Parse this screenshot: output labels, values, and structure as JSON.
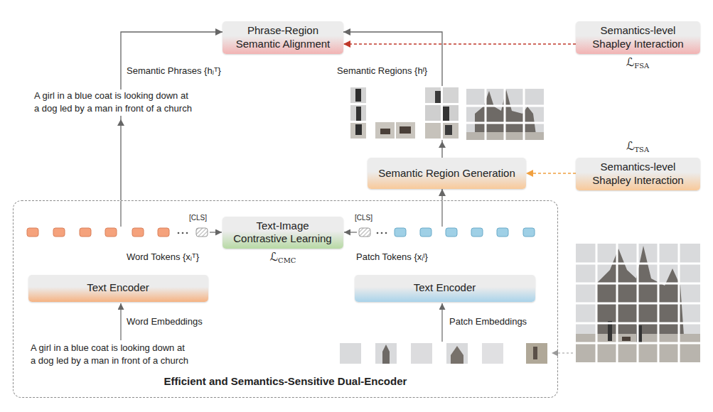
{
  "diagram": {
    "nodes": [
      {
        "text": [
          "Phrase-Region Semantic Alignment"
        ]
      },
      {
        "text": [
          "Semantics-level Shapley Interaction"
        ]
      },
      {
        "text": [
          "Semantic Region Generation"
        ]
      },
      {
        "text": [
          "Semantics-level Shapley Interaction"
        ]
      },
      {
        "text": [
          "Efficient and Semantics-Sensitive Dual-Encoder"
        ]
      },
      {
        "text": [
          "Text-Image Contrastive Learning"
        ],
        "in": 4
      },
      {
        "text": [
          "Text Encoder"
        ],
        "in": 4
      },
      {
        "text": [
          "Text Encoder"
        ],
        "in": 4
      }
    ],
    "edges": [
      {
        "from": 4,
        "to": 0,
        "arrow": "to"
      },
      {
        "from": 2,
        "to": 0,
        "arrow": "to"
      },
      {
        "from": 1,
        "to": 0,
        "arrow": "to"
      },
      {
        "from": 4,
        "to": 2,
        "arrow": "to"
      },
      {
        "from": 3,
        "to": 2,
        "arrow": "to"
      }
    ],
    "labels": [
      "Semantic Phrases {hⱼᵀ}",
      "A girl in a blue coat is looking down at a dog led by a man in front of a church",
      "Semantic Regions {hᴵ}",
      "ℒFSA",
      "ℒTSA",
      "[CLS]",
      "[CLS]",
      "ℒCMC",
      "Word Tokens {xⱼᵀ}",
      "Patch Tokens {xᵢᴵ}",
      "Word Embeddings",
      "Patch Embeddings",
      "A girl in a blue coat is looking down at a dog led by a man in front of a church"
    ]
  }
}
